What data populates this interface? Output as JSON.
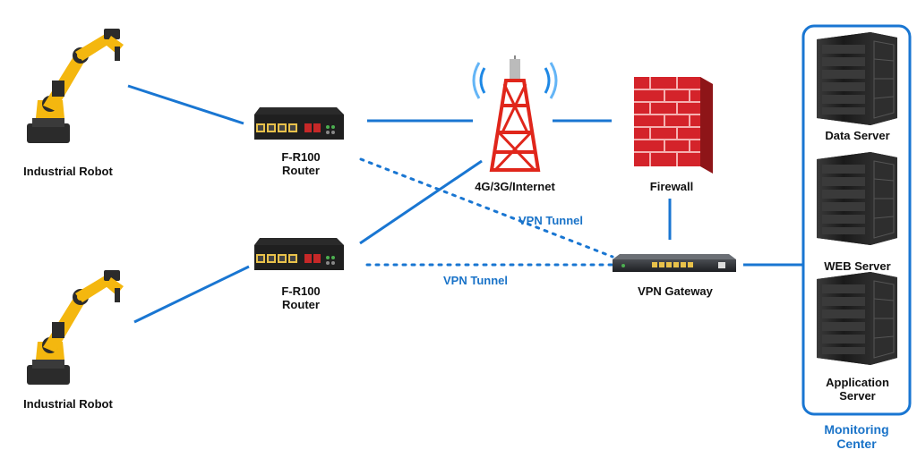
{
  "colors": {
    "link": "#1976d2",
    "robot_body": "#f4b70f",
    "robot_dark": "#2b2b2b",
    "router_body": "#2a2a2a",
    "router_port": "#e8c14a",
    "tower_red": "#e0261b",
    "firewall_brick": "#d4232a",
    "server_body": "#1e1e1e",
    "monitor_border": "#1976d2"
  },
  "icons": {
    "robot": "industrial-robot-icon",
    "router": "router-icon",
    "tower": "cell-tower-icon",
    "firewall": "firewall-icon",
    "gateway": "vpn-gateway-icon",
    "server": "server-rack-icon"
  },
  "labels": {
    "robot_top": "Industrial Robot",
    "robot_bottom": "Industrial Robot",
    "router_top": {
      "line1": "F-R100",
      "line2": "Router"
    },
    "router_bottom": {
      "line1": "F-R100",
      "line2": "Router"
    },
    "internet": "4G/3G/Internet",
    "firewall": "Firewall",
    "vpn_tunnel_top": "VPN Tunnel",
    "vpn_tunnel_bottom": "VPN Tunnel",
    "vpn_gateway": "VPN Gateway",
    "data_server": "Data Server",
    "web_server": "WEB Server",
    "app_server": {
      "line1": "Application",
      "line2": "Server"
    },
    "monitoring": {
      "line1": "Monitoring",
      "line2": "Center"
    }
  }
}
